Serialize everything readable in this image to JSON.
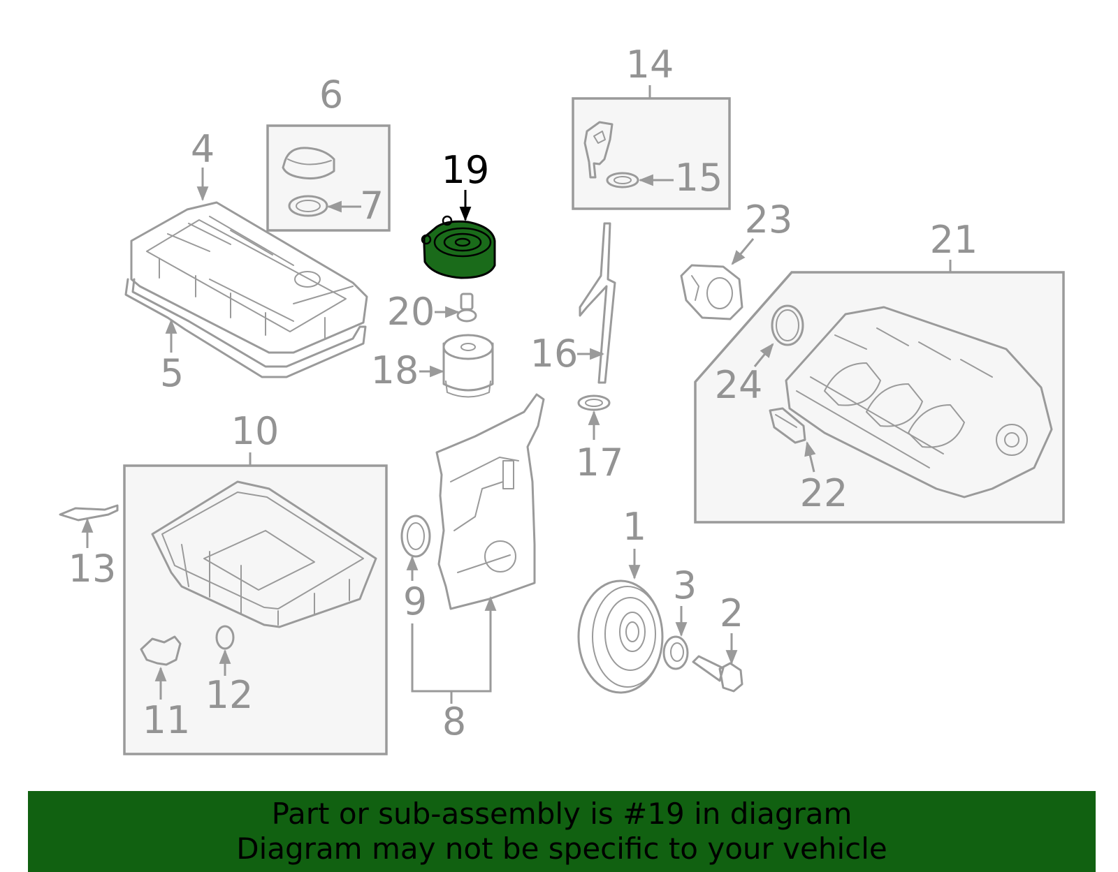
{
  "callouts": {
    "c1": "1",
    "c2": "2",
    "c3": "3",
    "c4": "4",
    "c5": "5",
    "c6": "6",
    "c7": "7",
    "c8": "8",
    "c9": "9",
    "c10": "10",
    "c11": "11",
    "c12": "12",
    "c13": "13",
    "c14": "14",
    "c15": "15",
    "c16": "16",
    "c17": "17",
    "c18": "18",
    "c19": "19",
    "c20": "20",
    "c21": "21",
    "c22": "22",
    "c23": "23",
    "c24": "24"
  },
  "highlight": {
    "part": "19",
    "fill_color": "#1a6b1a",
    "label_color": "#000000"
  },
  "colors": {
    "line": "#9a9a9a",
    "label": "#939393",
    "box_fill": "#f6f6f6",
    "banner_bg": "#116111"
  },
  "banner": {
    "line1": "Part or sub-assembly is #19 in diagram",
    "line2": "Diagram may not be specific to your vehicle"
  }
}
